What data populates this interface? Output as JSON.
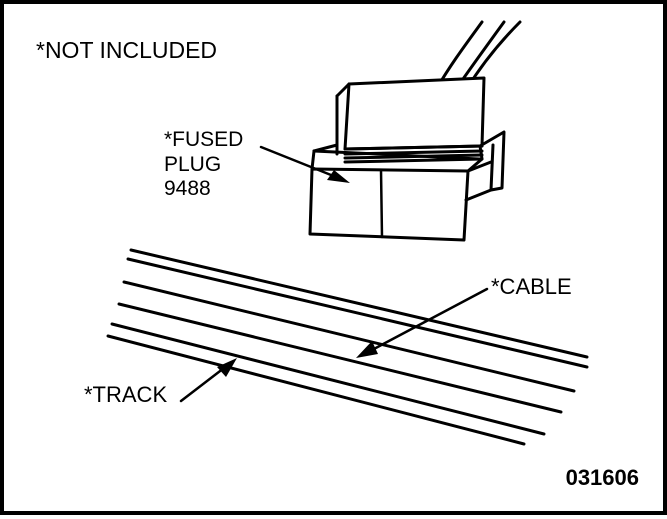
{
  "notice": "*NOT INCLUDED",
  "fused_plug": {
    "line1": "*FUSED",
    "line2": "PLUG",
    "line3": "9488"
  },
  "cable_label": "*CABLE",
  "track_label": "*TRACK",
  "figure_code": "031606"
}
